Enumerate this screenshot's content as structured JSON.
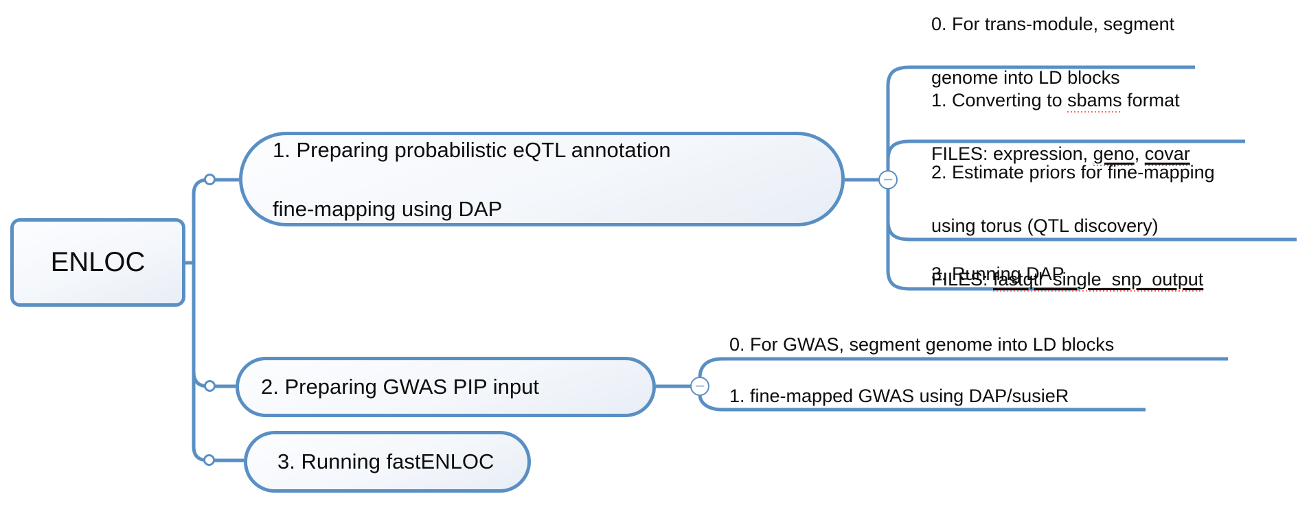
{
  "colors": {
    "line_blue": "#5a8fc4",
    "misspell_red": "#ff6b5e",
    "node_fill_light": "#fcfdff",
    "node_fill_shade": "#e8eef6",
    "text": "#0d0d0d"
  },
  "root": {
    "label": "ENLOC"
  },
  "branch1": {
    "label_line1": "1. Preparing probabilistic eQTL annotation",
    "label_line2": "fine-mapping using DAP",
    "children": {
      "c0_line1": "0. For trans-module, segment",
      "c0_line2": "genome into LD blocks",
      "c1_l1_pre": "1. Converting to ",
      "c1_l1_word": "sbams",
      "c1_l1_post": " format",
      "c1_l2_pre": "FILES: expression, ",
      "c1_l2_word1": "geno",
      "c1_l2_sep": ", ",
      "c1_l2_word2": "covar",
      "c2_line1": "2. Estimate priors for fine-mapping",
      "c2_line2": "using torus (QTL discovery)",
      "c2_l3_pre": "FILES: ",
      "c2_l3_word": "fastqtl_single_snp_output",
      "c3_line1": "3. Running DAP"
    }
  },
  "branch2": {
    "label": "2. Preparing GWAS PIP input",
    "children": {
      "c0_line1": "0. For GWAS, segment genome into LD blocks",
      "c1_line1": "1. fine-mapped GWAS using DAP/susieR"
    }
  },
  "branch3": {
    "label": "3. Running fastENLOC"
  },
  "controls": {
    "collapse_symbol": "−"
  }
}
